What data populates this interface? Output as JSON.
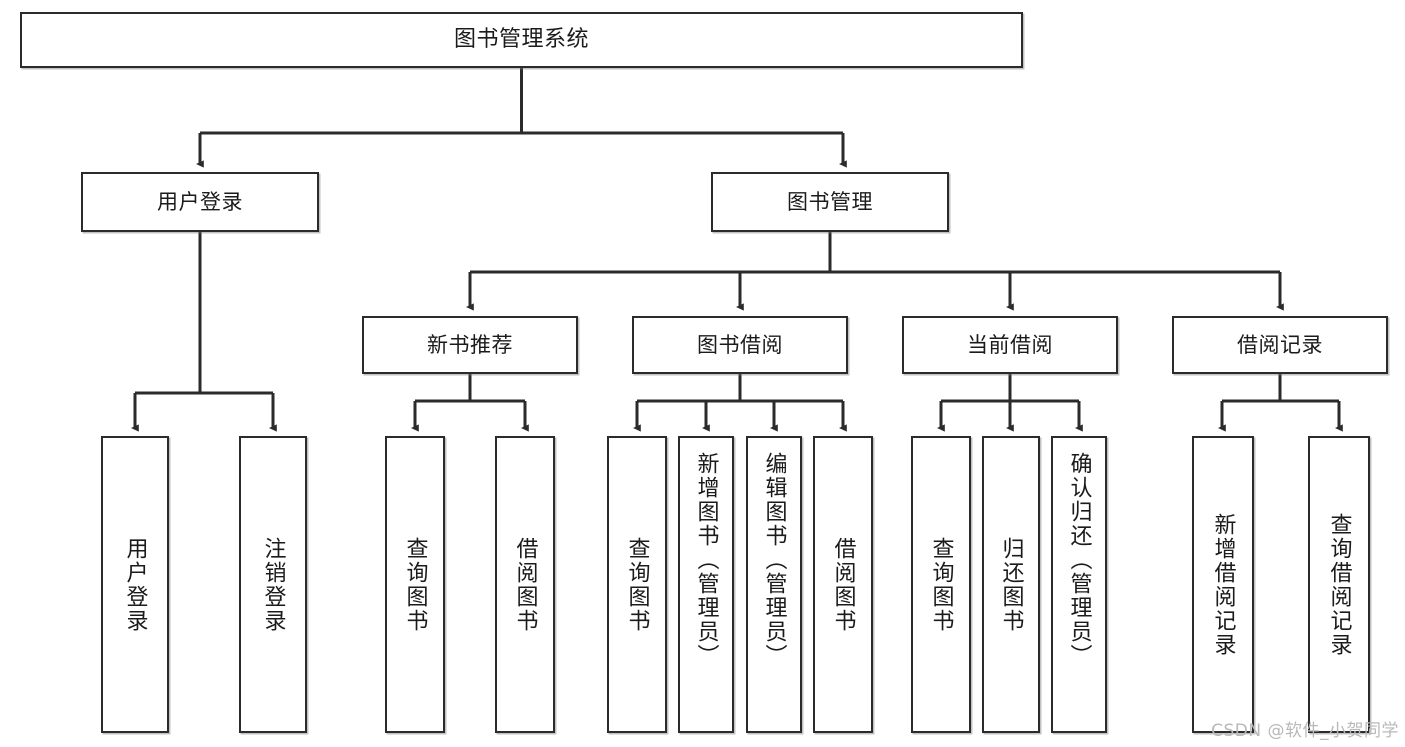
{
  "diagram": {
    "title": "图书管理系统",
    "type": "tree-hierarchy",
    "watermark": "CSDN @软件_小贺同学",
    "colors": {
      "background": "#ffffff",
      "box_border": "#2b2b2b",
      "box_fill": "#ffffff",
      "connector": "#2b2b2b",
      "text": "#1b1b1b",
      "watermark": "#b9b9b9"
    },
    "root": {
      "id": "root",
      "label": "图书管理系统"
    },
    "level1": [
      {
        "id": "user-login",
        "label": "用户登录"
      },
      {
        "id": "book-manage",
        "label": "图书管理"
      }
    ],
    "level2": [
      {
        "id": "new-book-rec",
        "label": "新书推荐",
        "parent": "book-manage"
      },
      {
        "id": "book-borrow",
        "label": "图书借阅",
        "parent": "book-manage"
      },
      {
        "id": "current-borrow",
        "label": "当前借阅",
        "parent": "book-manage"
      },
      {
        "id": "borrow-record",
        "label": "借阅记录",
        "parent": "book-manage"
      }
    ],
    "leaves": [
      {
        "id": "leaf-user-login",
        "label": "用户登录",
        "parent": "user-login"
      },
      {
        "id": "leaf-logout",
        "label": "注销登录",
        "parent": "user-login"
      },
      {
        "id": "leaf-query-book-1",
        "label": "查询图书",
        "parent": "new-book-rec"
      },
      {
        "id": "leaf-borrow-book-1",
        "label": "借阅图书",
        "parent": "new-book-rec"
      },
      {
        "id": "leaf-query-book-2",
        "label": "查询图书",
        "parent": "book-borrow"
      },
      {
        "id": "leaf-add-book",
        "label": "新增图书（管理员）",
        "parent": "book-borrow"
      },
      {
        "id": "leaf-edit-book",
        "label": "编辑图书（管理员）",
        "parent": "book-borrow"
      },
      {
        "id": "leaf-borrow-book-2",
        "label": "借阅图书",
        "parent": "book-borrow"
      },
      {
        "id": "leaf-query-book-3",
        "label": "查询图书",
        "parent": "current-borrow"
      },
      {
        "id": "leaf-return-book",
        "label": "归还图书",
        "parent": "current-borrow"
      },
      {
        "id": "leaf-confirm-return",
        "label": "确认归还（管理员）",
        "parent": "current-borrow"
      },
      {
        "id": "leaf-add-record",
        "label": "新增借阅记录",
        "parent": "borrow-record"
      },
      {
        "id": "leaf-query-record",
        "label": "查询借阅记录",
        "parent": "borrow-record"
      }
    ]
  }
}
